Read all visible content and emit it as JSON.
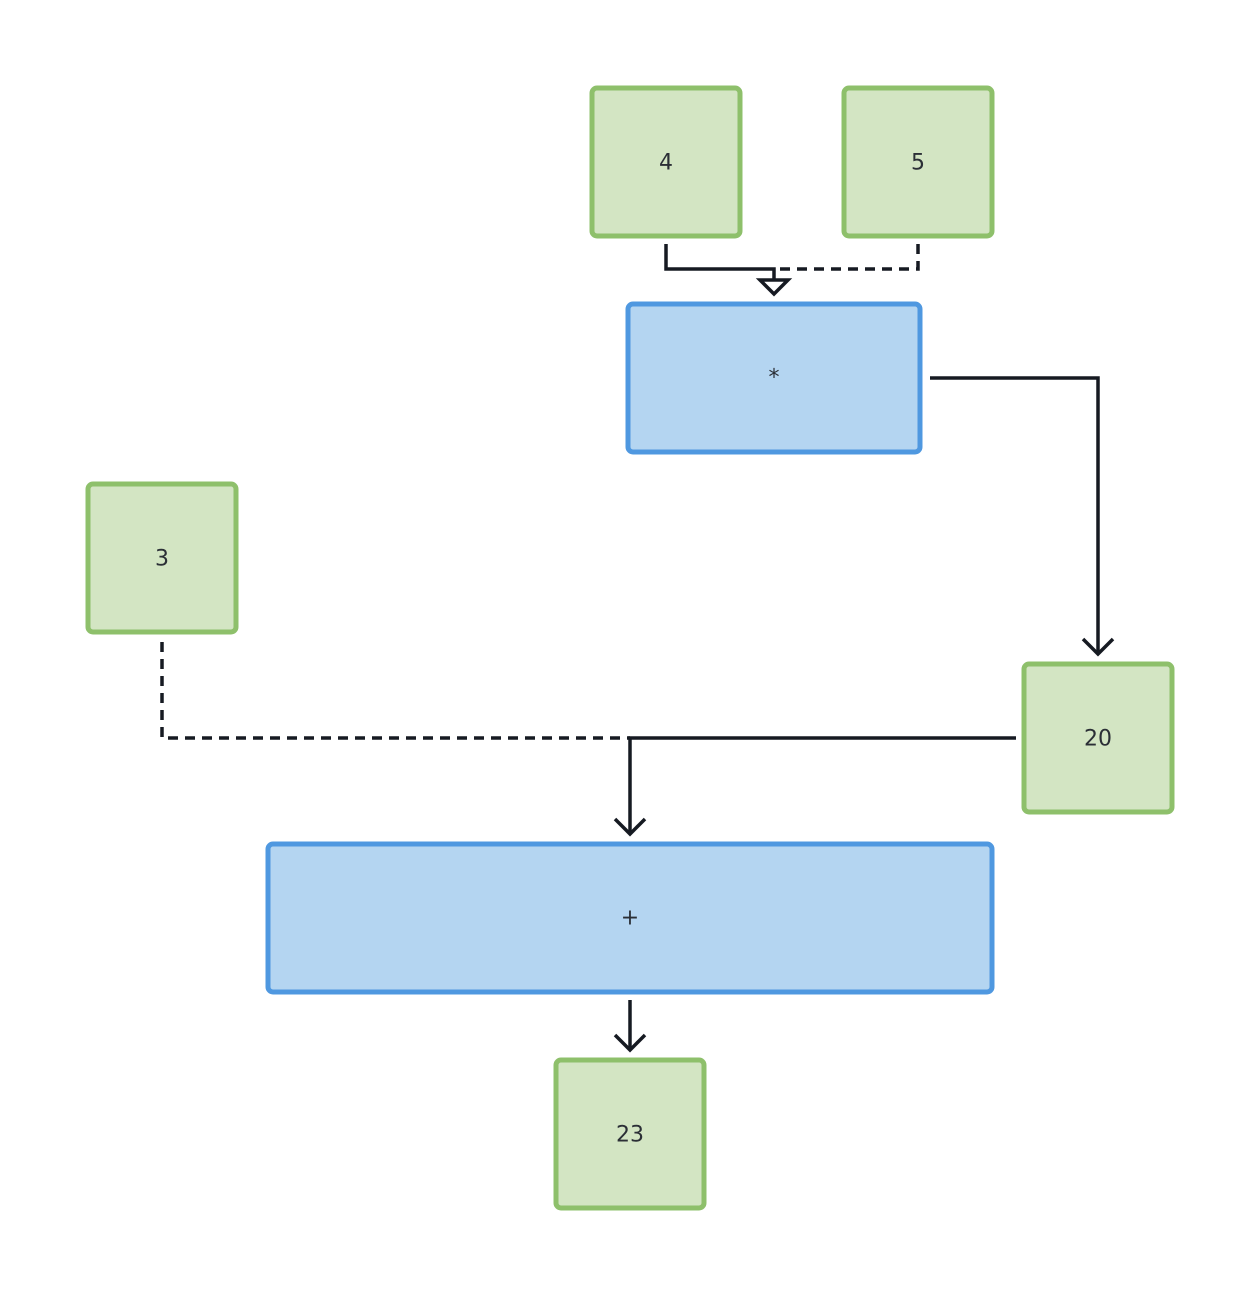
{
  "colors": {
    "value_fill": "#d3e5c3",
    "value_stroke": "#8ec06b",
    "op_fill": "#b4d5f1",
    "op_stroke": "#4f98e0",
    "edge": "#161a22",
    "text": "#2b2f36"
  },
  "nodes": {
    "value_4": {
      "label": "4",
      "kind": "value"
    },
    "value_5": {
      "label": "5",
      "kind": "value"
    },
    "op_multiply": {
      "label": "*",
      "kind": "operator"
    },
    "value_3": {
      "label": "3",
      "kind": "value"
    },
    "value_20": {
      "label": "20",
      "kind": "value"
    },
    "op_add": {
      "label": "+",
      "kind": "operator"
    },
    "value_23": {
      "label": "23",
      "kind": "value"
    }
  },
  "edges": [
    {
      "from": "4",
      "to": "*",
      "style": "solid"
    },
    {
      "from": "5",
      "to": "*",
      "style": "dashed"
    },
    {
      "from": "*",
      "to": "20",
      "style": "solid"
    },
    {
      "from": "3",
      "to": "+",
      "style": "dashed"
    },
    {
      "from": "20",
      "to": "+",
      "style": "solid"
    },
    {
      "from": "+",
      "to": "23",
      "style": "solid"
    }
  ]
}
